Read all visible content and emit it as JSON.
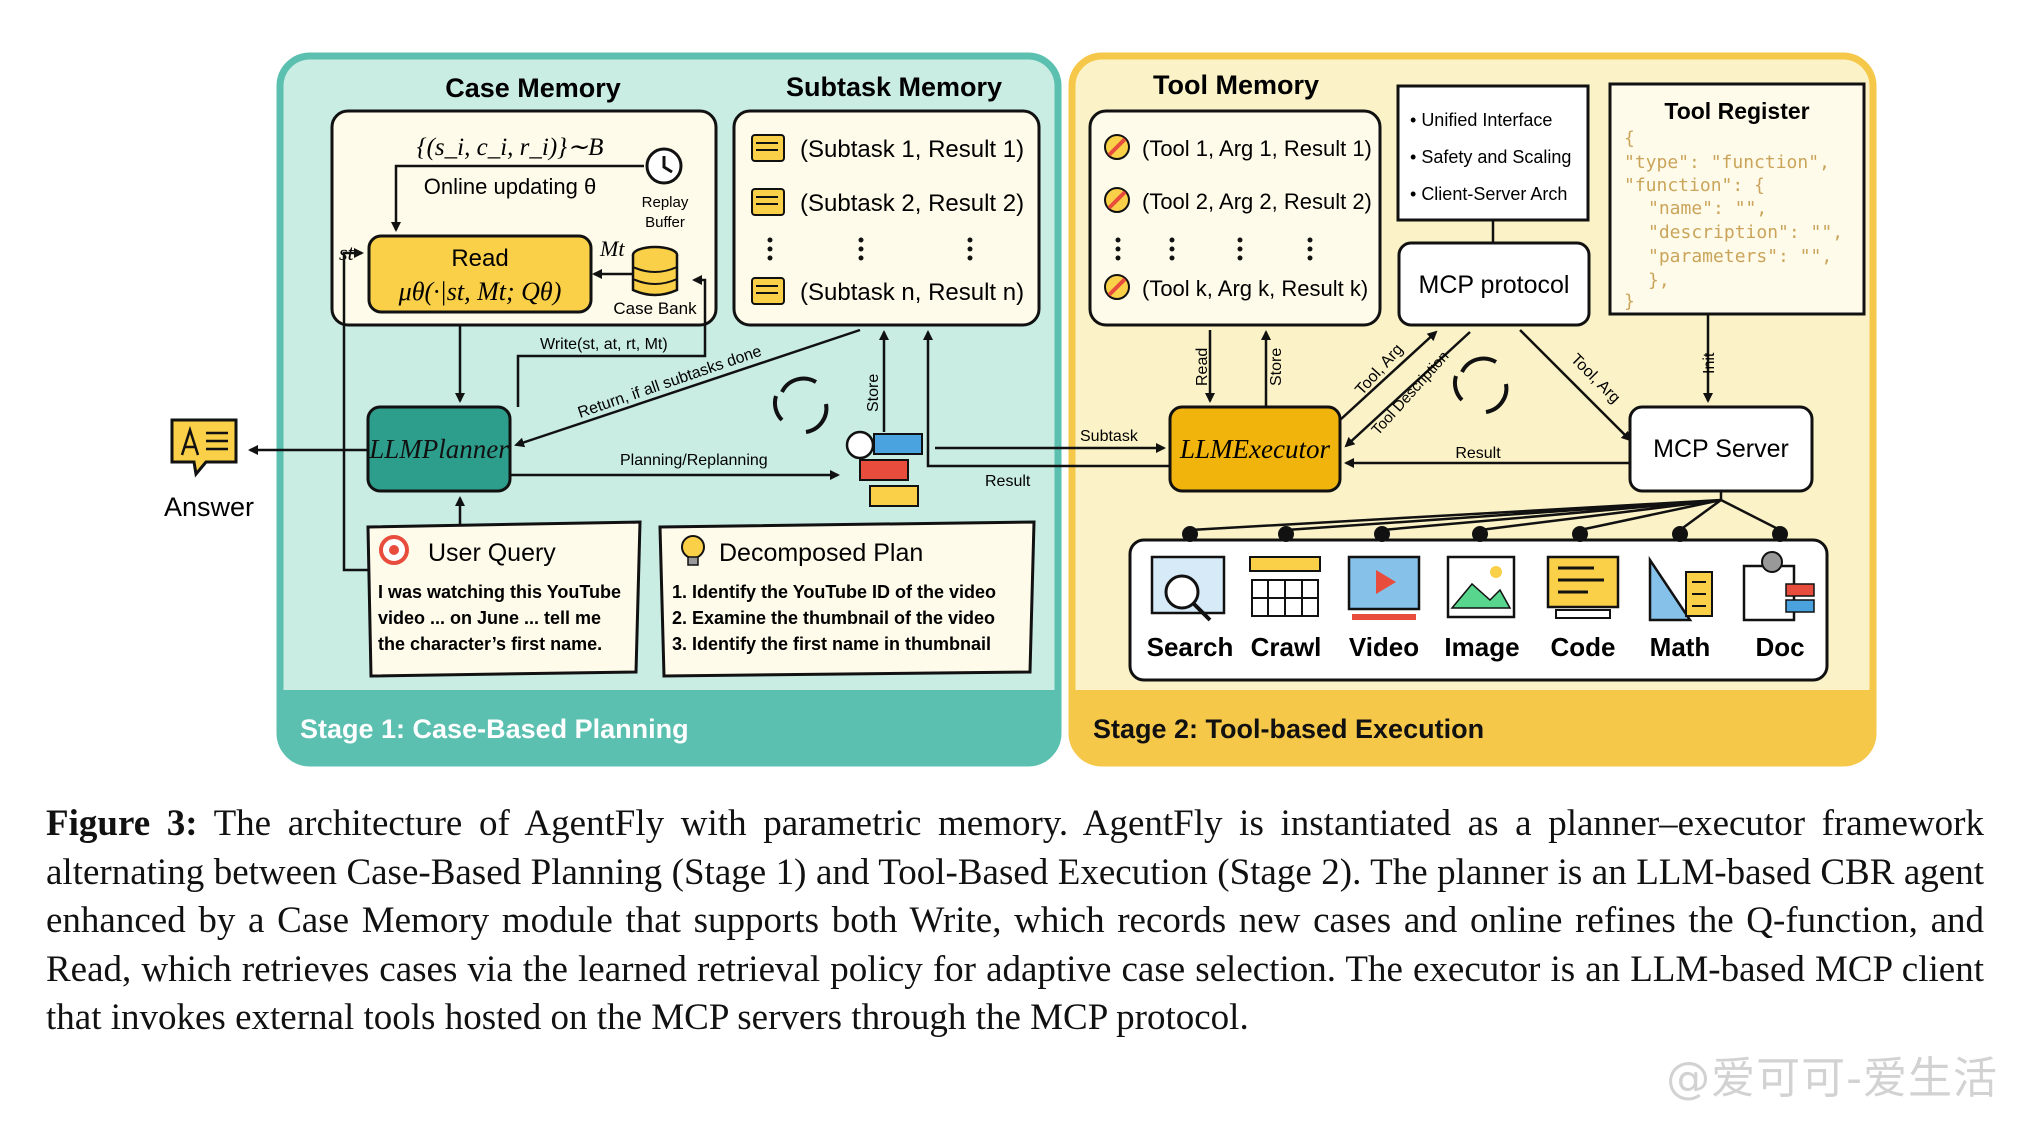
{
  "stage1": {
    "label": "Stage 1: Case-Based Planning",
    "case_memory": {
      "title": "Case Memory",
      "formula": "{(s_i, c_i, r_i)}∼B",
      "online_updating": "Online updating θ",
      "replay_buffer": [
        "Replay",
        "Buffer"
      ],
      "read_label": "Read",
      "read_formula": "μθ(·|st, Mt; Qθ)",
      "st": "st",
      "mt": "Mt",
      "case_bank": "Case Bank"
    },
    "subtask_memory": {
      "title": "Subtask Memory",
      "rows": [
        "(Subtask 1, Result 1)",
        "(Subtask 2, Result 2)",
        "(Subtask n, Result n)"
      ]
    },
    "write_label": "Write(st, at, rt, Mt)",
    "return_label": "Return, if all subtasks done",
    "planning_label": "Planning/Replanning",
    "store_label": "Store",
    "planner": "LLMPlanner",
    "user_query": {
      "title": "User Query",
      "text": [
        "I was watching this YouTube",
        "video ... on June ... tell me",
        "the character’s first name."
      ]
    },
    "decomposed_plan": {
      "title": "Decomposed Plan",
      "steps": [
        "1. Identify the YouTube ID of the video",
        "2. Examine the thumbnail of the video",
        "3. Identify the first name in thumbnail"
      ]
    },
    "answer": "Answer",
    "result_label": "Result"
  },
  "stage2": {
    "label": "Stage 2: Tool-based Execution",
    "tool_memory": {
      "title": "Tool Memory",
      "rows": [
        "(Tool 1, Arg 1, Result 1)",
        "(Tool 2, Arg 2, Result 2)",
        "(Tool k, Arg k, Result k)"
      ]
    },
    "features": [
      "Unified Interface",
      "Safety and Scaling",
      "Client-Server Arch"
    ],
    "mcp_protocol": "MCP protocol",
    "tool_register": {
      "title": "Tool Register",
      "code": [
        "{",
        "\"type\": \"function\",",
        "\"function\": {",
        "\"name\": \"\",",
        "\"description\": \"\",",
        "\"parameters\": \"\",",
        "},",
        "}"
      ]
    },
    "executor": "LLMExecutor",
    "mcp_server": "MCP Server",
    "subtask_label": "Subtask",
    "result_label": "Result",
    "read_label": "Read",
    "store_label": "Store",
    "tool_arg_label": "Tool, Arg",
    "tool_desc_label": "Tool Description",
    "tool_arg_label2": "Tool, Arg",
    "init_label": "Init",
    "tools": [
      "Search",
      "Crawl",
      "Video",
      "Image",
      "Code",
      "Math",
      "Doc"
    ]
  },
  "caption": {
    "label": "Figure 3:",
    "text": "The architecture of AgentFly with parametric memory. AgentFly is instantiated as a planner–executor framework alternating between Case-Based Planning (Stage 1) and Tool-Based Execution (Stage 2). The planner is an LLM-based CBR agent enhanced by a Case Memory module that supports both Write, which records new cases and online refines the Q-function, and Read, which retrieves cases via the learned retrieval policy for adaptive case selection. The executor is an LLM-based MCP client that invokes external tools hosted on the MCP servers through the MCP protocol."
  },
  "watermark": "@爱可可-爱生活"
}
